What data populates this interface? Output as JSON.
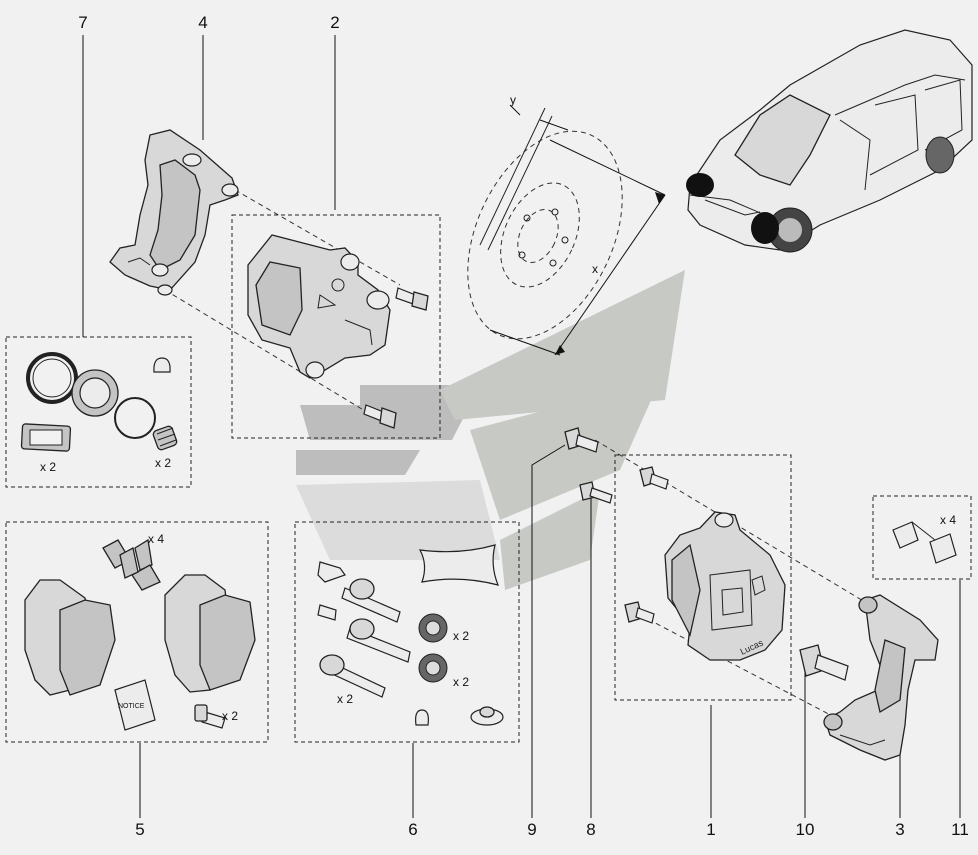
{
  "callouts": {
    "c1": "1",
    "c2": "2",
    "c3": "3",
    "c4": "4",
    "c5": "5",
    "c6": "6",
    "c7": "7",
    "c8": "8",
    "c9": "9",
    "c10": "10",
    "c11": "11"
  },
  "quantities": {
    "seal_kit_boot": "x 2",
    "seal_kit_dust_cap": "x 2",
    "pad_kit_clips": "x 4",
    "pad_kit_bolts": "x 2",
    "guide_kit_boots_upper": "x 2",
    "guide_kit_boots_lower": "x 2",
    "guide_kit_pins": "x 2",
    "clip_kit": "x 4"
  },
  "disc_labels": {
    "y_dim": "y",
    "x_dim": "x"
  },
  "booklet_label": "NOTICE",
  "caliper_brand": "Lucas"
}
